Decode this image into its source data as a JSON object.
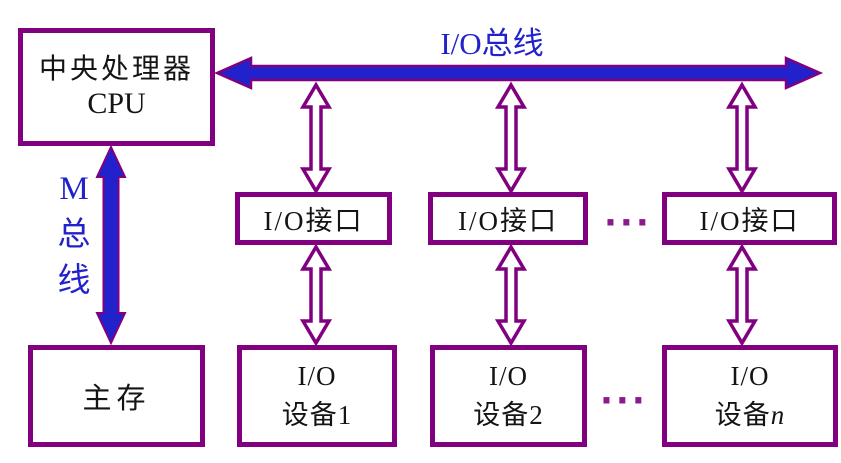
{
  "colors": {
    "box_border_purple": "#800080",
    "bus_blue": "#2222CC",
    "hollow_arrow_stroke": "#800080",
    "hollow_arrow_fill": "#FFFFFF",
    "label_blue": "#2222CC",
    "text_black": "#141414",
    "dots_purple": "#8B1A8B",
    "background": "#FFFFFF"
  },
  "cpu_box": {
    "line1": "中央处理器",
    "line2": "CPU"
  },
  "m_bus": {
    "chars": [
      "M",
      "总",
      "线"
    ]
  },
  "io_bus": {
    "label": "I/O总线"
  },
  "memory_box": {
    "label": "主存"
  },
  "interfaces": [
    {
      "label": "I/O接口"
    },
    {
      "label": "I/O接口"
    },
    {
      "label": "I/O接口"
    }
  ],
  "devices": [
    {
      "line1": "I/O",
      "line2": "设备1",
      "line2_italic": ""
    },
    {
      "line1": "I/O",
      "line2": "设备2",
      "line2_italic": ""
    },
    {
      "line1": "I/O",
      "line2": "设备",
      "line2_italic": "n"
    }
  ],
  "ellipsis": {
    "interfaces_row": "···",
    "devices_row": "···"
  }
}
